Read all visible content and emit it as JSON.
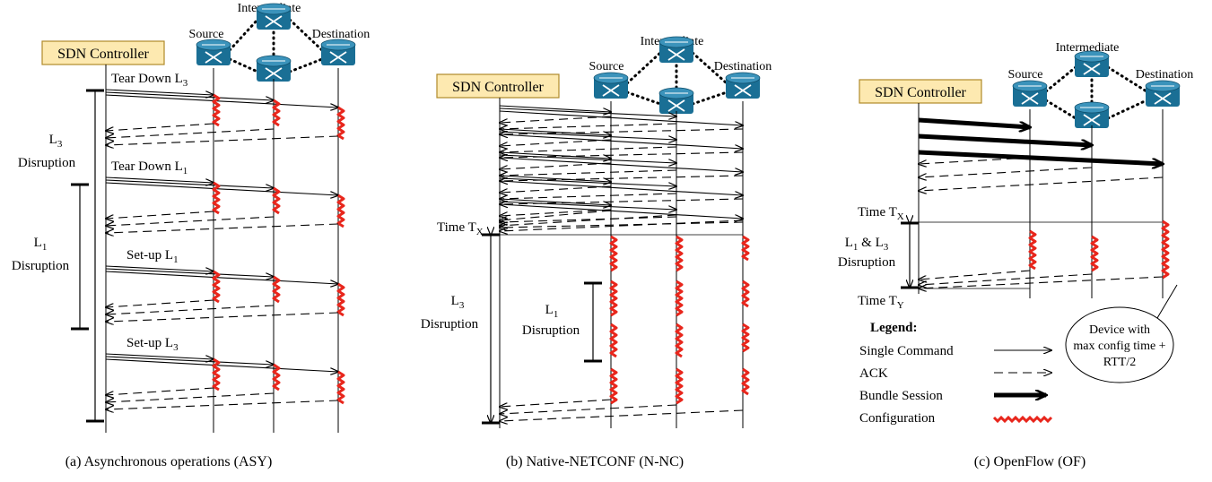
{
  "panels": [
    {
      "controller": "SDN Controller",
      "devices": {
        "source": "Source",
        "intermediate": "Intermediate",
        "destination": "Destination"
      },
      "labels": {
        "tear_down_l3": {
          "main": "Tear Down L",
          "sub": "3"
        },
        "tear_down_l1": {
          "main": "Tear Down L",
          "sub": "1"
        },
        "setup_l1": {
          "main": "Set-up L",
          "sub": "1"
        },
        "setup_l3": {
          "main": "Set-up L",
          "sub": "3"
        },
        "l3_disruption": {
          "main": "L",
          "sub": "3",
          "line2": "Disruption"
        },
        "l1_disruption": {
          "main": "L",
          "sub": "1",
          "line2": "Disruption"
        }
      },
      "caption": "(a) Asynchronous operations (ASY)"
    },
    {
      "controller": "SDN Controller",
      "devices": {
        "source": "Source",
        "intermediate": "Intermediate",
        "destination": "Destination"
      },
      "labels": {
        "time_tx": {
          "main": "Time T",
          "sub": "X"
        },
        "l3_disruption": {
          "main": "L",
          "sub": "3",
          "line2": "Disruption"
        },
        "l1_disruption": {
          "main": "L",
          "sub": "1",
          "line2": "Disruption"
        }
      },
      "caption": "(b) Native-NETCONF (N-NC)"
    },
    {
      "controller": "SDN Controller",
      "devices": {
        "source": "Source",
        "intermediate": "Intermediate",
        "destination": "Destination"
      },
      "labels": {
        "time_tx": {
          "main": "Time T",
          "sub": "X"
        },
        "time_ty": {
          "main": "Time T",
          "sub": "Y"
        },
        "l1_l3_disruption": {
          "a": "L",
          "a_sub": "1",
          "mid": " & L",
          "b_sub": "3",
          "line2": "Disruption"
        }
      },
      "note": [
        "Device with",
        "max config time +",
        "RTT/2"
      ],
      "legend": {
        "title": "Legend:",
        "items": [
          "Single Command",
          "ACK",
          "Bundle Session",
          "Configuration"
        ]
      },
      "caption": "(c) OpenFlow (OF)"
    }
  ],
  "colors": {
    "router": "#1a6f95",
    "config": "#e8261c",
    "controller_fill": "#fde9b0",
    "controller_border": "#b08a2a"
  }
}
